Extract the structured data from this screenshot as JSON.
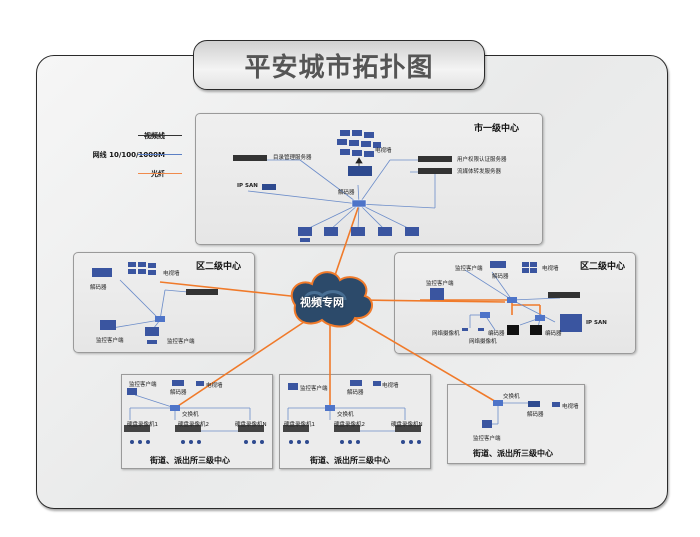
{
  "title": "平安城市拓扑图",
  "legend": {
    "items": [
      {
        "label": "视频线",
        "color": "#333333"
      },
      {
        "label": "网线 10/100/1000M",
        "color": "#5b7fc4"
      },
      {
        "label": "光纤",
        "color": "#f08a4b"
      }
    ]
  },
  "cloud": {
    "label": "视频专网"
  },
  "city_center": {
    "title": "市一级中心",
    "labels": {
      "tv_wall": "电视墙",
      "dir_server": "目录管理服务器",
      "auth_server": "用户权限认证服务器",
      "stream_server": "流媒体转发服务器",
      "ip_san": "IP SAN",
      "decoder": "解码器"
    }
  },
  "district_left": {
    "title": "区二级中心",
    "labels": {
      "tv_wall": "电视墙",
      "decoder": "解码器",
      "client1": "监控客户端",
      "client2": "监控客户端"
    }
  },
  "district_right": {
    "title": "区二级中心",
    "labels": {
      "client_top": "监控客户端",
      "client_left": "监控客户端",
      "decoder": "解码器",
      "tv_wall": "电视墙",
      "ip_san": "IP SAN",
      "cam1": "网络摄像机",
      "cam2": "网络摄像机",
      "encoder1": "编码器",
      "encoder2": "编码器"
    }
  },
  "street_center_1": {
    "title": "街道、派出所三级中心",
    "labels": {
      "client": "监控客户端",
      "decoder": "解码器",
      "tv_wall": "电视墙",
      "switch": "交换机",
      "dvr1": "硬盘录像机1",
      "dvr2": "硬盘录像机2",
      "dvrN": "硬盘录像机N"
    }
  },
  "street_center_2": {
    "title": "街道、派出所三级中心",
    "labels": {
      "client": "监控客户端",
      "decoder": "解码器",
      "tv_wall": "电视墙",
      "switch": "交换机",
      "dvr1": "硬盘录像机1",
      "dvr2": "硬盘录像机2",
      "dvrN": "硬盘录像机N"
    }
  },
  "street_center_3": {
    "title": "街道、派出所三级中心",
    "labels": {
      "switch": "交换机",
      "decoder": "解码器",
      "tv_wall": "电视墙",
      "client": "监控客户端"
    }
  }
}
